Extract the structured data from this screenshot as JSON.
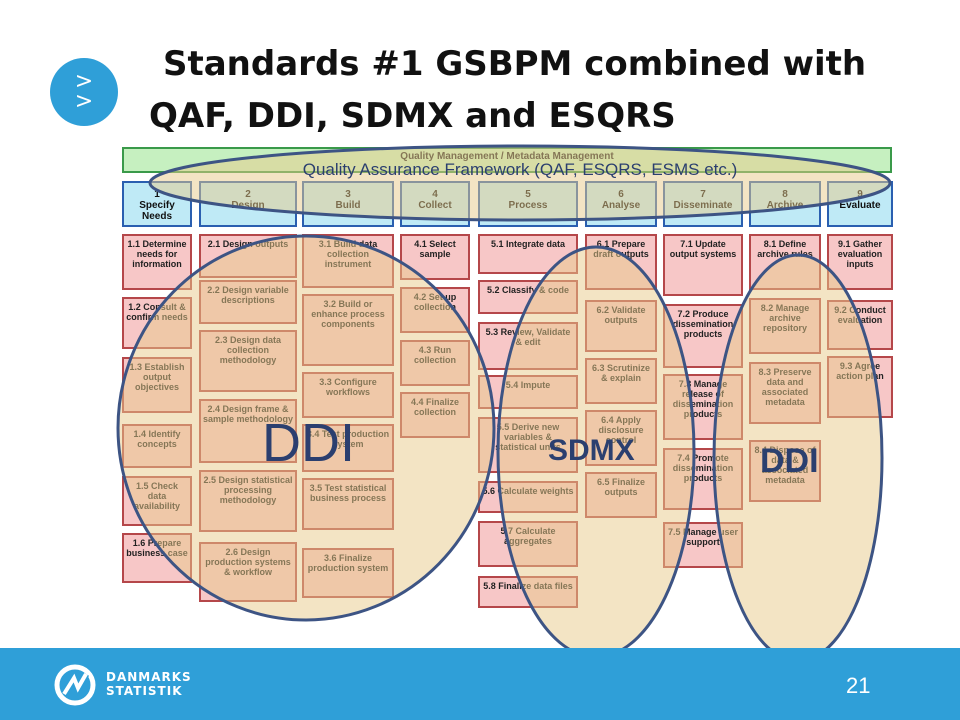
{
  "slide": {
    "title_line1": "Standards #1 GSBPM combined with",
    "title_line2": "QAF, DDI, SDMX and ESQRS",
    "nav_glyph": ">",
    "page_number": "21"
  },
  "gsbpm": {
    "overarching": "Quality Management / Metadata Management",
    "phases": [
      {
        "num": "1",
        "name": "Specify Needs"
      },
      {
        "num": "2",
        "name": "Design"
      },
      {
        "num": "3",
        "name": "Build"
      },
      {
        "num": "4",
        "name": "Collect"
      },
      {
        "num": "5",
        "name": "Process"
      },
      {
        "num": "6",
        "name": "Analyse"
      },
      {
        "num": "7",
        "name": "Disseminate"
      },
      {
        "num": "8",
        "name": "Archive"
      },
      {
        "num": "9",
        "name": "Evaluate"
      }
    ],
    "subprocesses": [
      [
        "1.1 Determine needs for information",
        "1.2 Consult & confirm needs",
        "1.3 Establish output objectives",
        "1.4 Identify concepts",
        "1.5 Check data availability",
        "1.6 Prepare business case"
      ],
      [
        "2.1 Design outputs",
        "2.2 Design variable descriptions",
        "2.3 Design data collection methodology",
        "2.4 Design frame & sample methodology",
        "2.5 Design statistical processing methodology",
        "2.6 Design production systems & workflow"
      ],
      [
        "3.1 Build data collection instrument",
        "3.2 Build or enhance process components",
        "3.3 Configure workflows",
        "3.4 Test production system",
        "3.5 Test statistical business process",
        "3.6 Finalize production system"
      ],
      [
        "4.1 Select sample",
        "4.2 Set up collection",
        "4.3 Run collection",
        "4.4 Finalize collection"
      ],
      [
        "5.1 Integrate data",
        "5.2 Classify & code",
        "5.3 Review, Validate & edit",
        "5.4 Impute",
        "5.5 Derive new variables & statistical units",
        "5.6 Calculate weights",
        "5.7 Calculate aggregates",
        "5.8 Finalize data files"
      ],
      [
        "6.1 Prepare draft outputs",
        "6.2 Validate outputs",
        "6.3 Scrutinize & explain",
        "6.4 Apply disclosure control",
        "6.5 Finalize outputs"
      ],
      [
        "7.1 Update output systems",
        "7.2 Produce dissemination products",
        "7.3 Manage release of dissemination products",
        "7.4 Promote dissemination products",
        "7.5 Manage user support"
      ],
      [
        "8.1 Define archive rules",
        "8.2 Manage archive repository",
        "8.3 Preserve data and associated metadata",
        "8.4 Dispose of data & associated metadata"
      ],
      [
        "9.1 Gather evaluation inputs",
        "9.2 Conduct evaluation",
        "9.3 Agree action plan"
      ]
    ]
  },
  "overlays": {
    "qaf": "Quality Assurance Framework (QAF, ESQRS, ESMS etc.)",
    "ddi_left": "DDI",
    "sdmx": "SDMX",
    "ddi_right": "DDI"
  },
  "footer": {
    "logo_line1": "DANMARKS",
    "logo_line2": "STATISTIK"
  },
  "colors": {
    "accent": "#2f9fd8",
    "ellipse_stroke": "#3d5484",
    "ellipse_fill": "#e8c98a"
  },
  "icons": {
    "nav": "double-chevron-down-icon",
    "logo": "danmarks-statistik-logo-icon"
  }
}
